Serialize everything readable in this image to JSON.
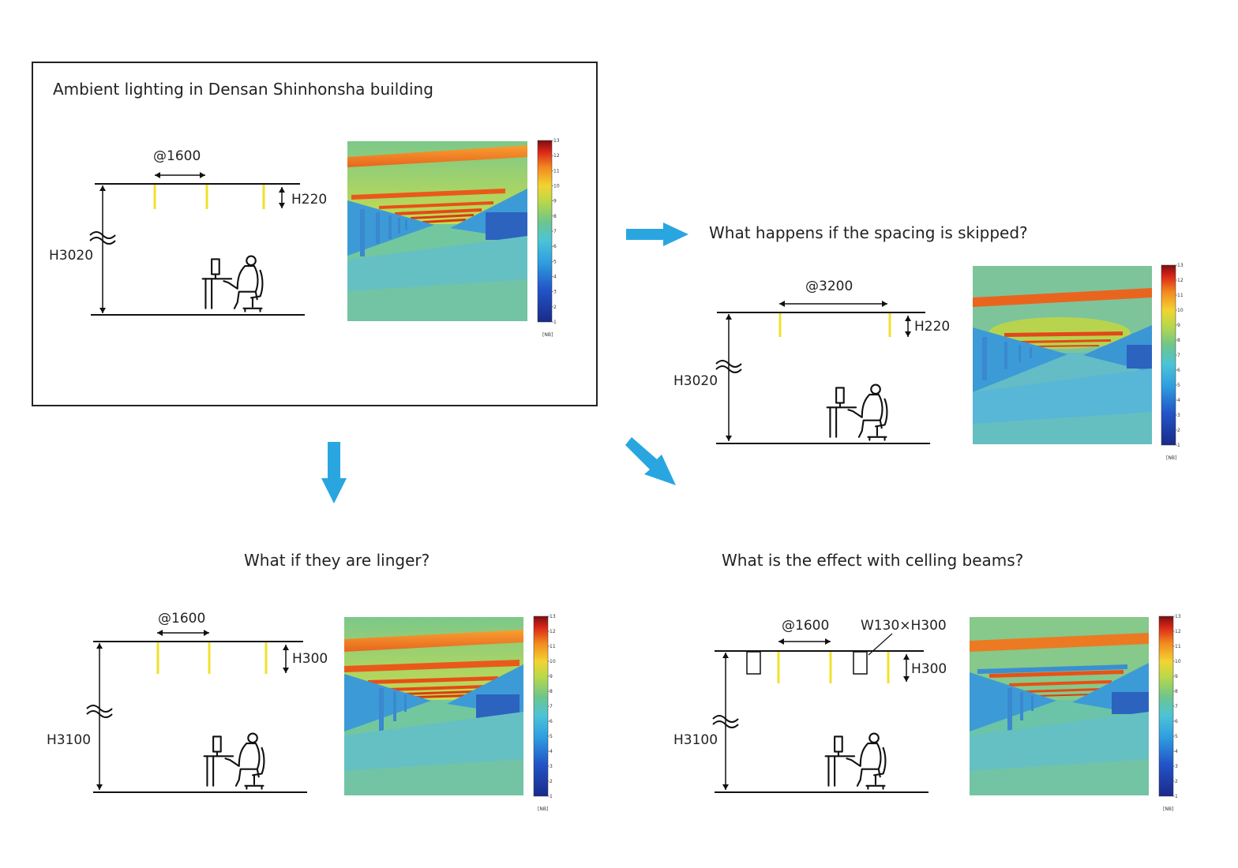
{
  "colors": {
    "arrow": "#29a6e0",
    "fixture": "#f1e12a",
    "line": "#111111"
  },
  "icons": {
    "flow_arrow": "arrow-icon",
    "occupant": "person-at-desk-icon",
    "break_mark": "break-symbol-icon"
  },
  "main": {
    "title": "Ambient lighting in Densan Shinhonsha building",
    "spacing": "@1600",
    "fixture_height": "H220",
    "ceiling_height": "H3020",
    "legend_unit": "[NB]"
  },
  "skipped": {
    "title": "What happens if the spacing is skipped?",
    "spacing": "@3200",
    "fixture_height": "H220",
    "ceiling_height": "H3020",
    "legend_unit": "[NB]"
  },
  "longer": {
    "title": "What if they are linger?",
    "spacing": "@1600",
    "fixture_height": "H300",
    "ceiling_height": "H3100",
    "legend_unit": "[NB]"
  },
  "beams": {
    "title": "What is the effect with celling beams?",
    "spacing": "@1600",
    "beam_size": "W130×H300",
    "fixture_height": "H300",
    "ceiling_height": "H3100",
    "legend_unit": "[NB]"
  },
  "legend_ticks": [
    "13",
    "12",
    "11",
    "10",
    "9",
    "8",
    "7",
    "6",
    "5",
    "4",
    "3",
    "2",
    "1"
  ]
}
